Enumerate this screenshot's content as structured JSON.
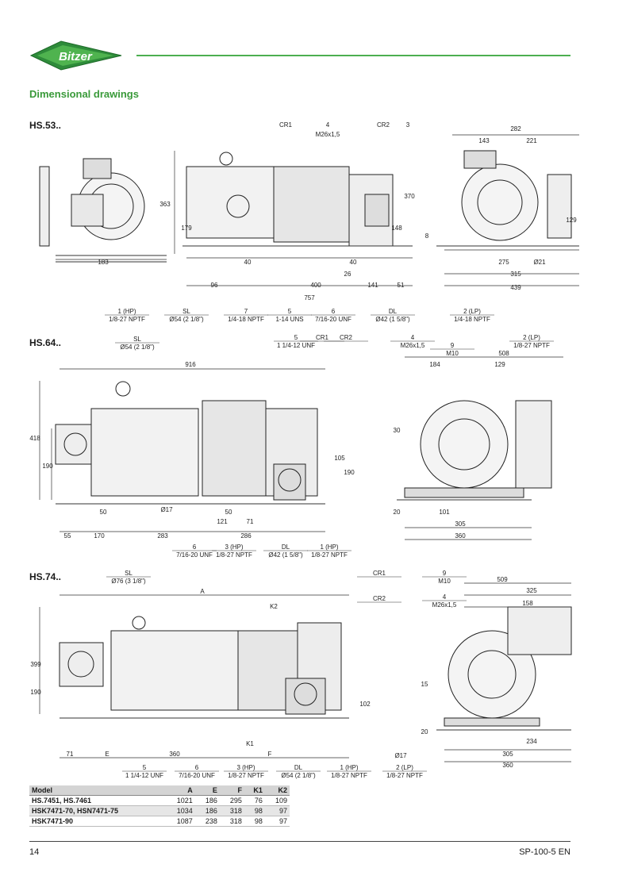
{
  "brand": {
    "logo_text": "Bitzer",
    "color": "#3a9a3a"
  },
  "section_title": "Dimensional drawings",
  "drawings": {
    "hs53": {
      "label": "HS.53..",
      "dims": [
        "183",
        "363",
        "179",
        "40",
        "96",
        "400",
        "757",
        "40",
        "26",
        "141",
        "51",
        "370",
        "148",
        "CR1",
        "4",
        "M26x1,5",
        "CR2",
        "3",
        "282",
        "143",
        "221",
        "129",
        "8",
        "275",
        "Ø21",
        "315",
        "439"
      ],
      "callouts": [
        {
          "num": "1 (HP)",
          "spec": "1/8-27 NPTF"
        },
        {
          "num": "SL",
          "spec": "Ø54 (2 1/8\")"
        },
        {
          "num": "7",
          "spec": "1/4-18 NPTF"
        },
        {
          "num": "5",
          "spec": "1-14 UNS"
        },
        {
          "num": "6",
          "spec": "7/16-20 UNF"
        },
        {
          "num": "DL",
          "spec": "Ø42 (1 5/8\")"
        },
        {
          "num": "2 (LP)",
          "spec": "1/4-18 NPTF"
        }
      ]
    },
    "hs64": {
      "label": "HS.64..",
      "dims": [
        "916",
        "418",
        "190",
        "50",
        "Ø17",
        "50",
        "55",
        "170",
        "283",
        "121",
        "71",
        "286",
        "105",
        "190",
        "508",
        "184",
        "129",
        "30",
        "101",
        "305",
        "360",
        "20"
      ],
      "top_callouts": [
        {
          "num": "SL",
          "spec": "Ø54 (2 1/8\")"
        },
        {
          "num": "5",
          "spec": "1 1/4-12 UNF"
        },
        {
          "num": "CR1",
          "spec": ""
        },
        {
          "num": "CR2",
          "spec": ""
        },
        {
          "num": "4",
          "spec": "M26x1,5"
        },
        {
          "num": "9",
          "spec": "M10"
        },
        {
          "num": "2 (LP)",
          "spec": "1/8-27 NPTF"
        }
      ],
      "callouts": [
        {
          "num": "6",
          "spec": "7/16-20 UNF"
        },
        {
          "num": "3 (HP)",
          "spec": "1/8-27 NPTF"
        },
        {
          "num": "DL",
          "spec": "Ø42 (1 5/8\")"
        },
        {
          "num": "1 (HP)",
          "spec": "1/8-27 NPTF"
        }
      ]
    },
    "hs74": {
      "label": "HS.74..",
      "dims": [
        "A",
        "K2",
        "399",
        "190",
        "102",
        "71",
        "E",
        "360",
        "K1",
        "F",
        "509",
        "325",
        "158",
        "15",
        "20",
        "234",
        "305",
        "360",
        "Ø17"
      ],
      "top_callouts": [
        {
          "num": "SL",
          "spec": "Ø76 (3 1/8\")"
        },
        {
          "num": "CR1",
          "spec": ""
        },
        {
          "num": "CR2",
          "spec": ""
        },
        {
          "num": "9",
          "spec": "M10"
        },
        {
          "num": "4",
          "spec": "M26x1,5"
        }
      ],
      "callouts": [
        {
          "num": "5",
          "spec": "1 1/4-12 UNF"
        },
        {
          "num": "6",
          "spec": "7/16-20 UNF"
        },
        {
          "num": "3 (HP)",
          "spec": "1/8-27 NPTF"
        },
        {
          "num": "DL",
          "spec": "Ø54 (2 1/8\")"
        },
        {
          "num": "1 (HP)",
          "spec": "1/8-27 NPTF"
        },
        {
          "num": "2 (LP)",
          "spec": "1/8-27 NPTF"
        }
      ]
    }
  },
  "table": {
    "headers": [
      "Model",
      "A",
      "E",
      "F",
      "K1",
      "K2"
    ],
    "rows": [
      [
        "HS.7451, HS.7461",
        "1021",
        "186",
        "295",
        "76",
        "109"
      ],
      [
        "HSK7471-70, HSN7471-75",
        "1034",
        "186",
        "318",
        "98",
        "97"
      ],
      [
        "HSK7471-90",
        "1087",
        "238",
        "318",
        "98",
        "97"
      ]
    ]
  },
  "footer": {
    "page_number": "14",
    "doc_code": "SP-100-5 EN"
  }
}
